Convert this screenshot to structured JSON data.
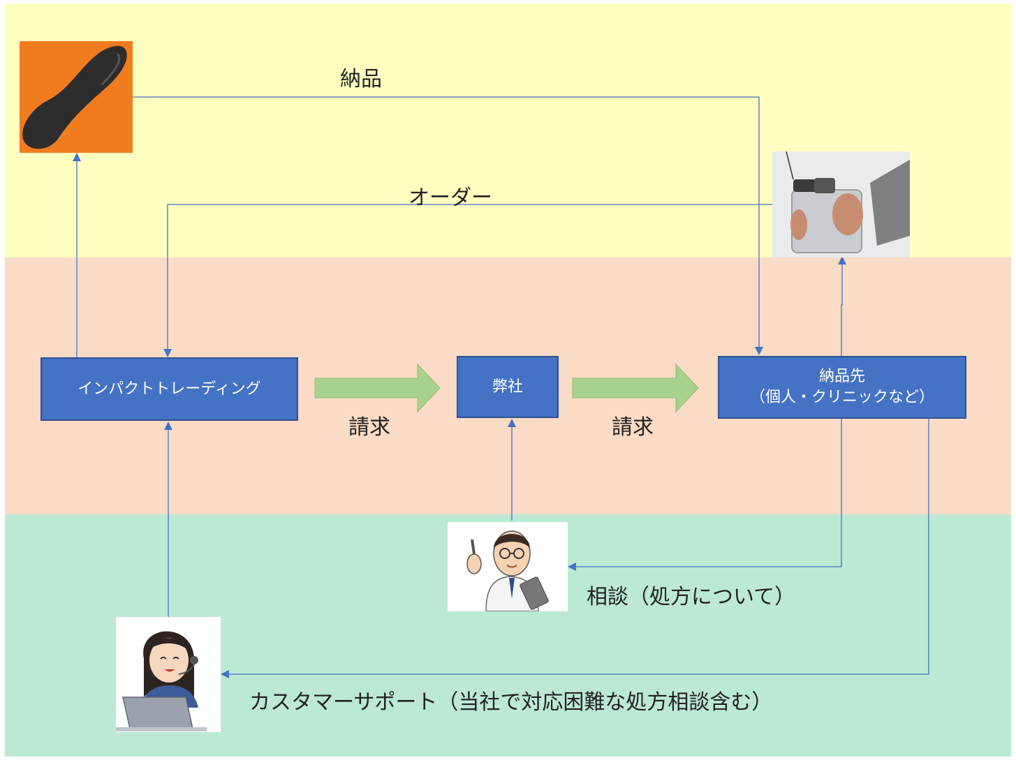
{
  "bands": {
    "top_color": "#ffffc0",
    "middle_color": "#f9dbc6",
    "bottom_color": "#bce9d4"
  },
  "colors": {
    "box_fill": "#4472c4",
    "box_border": "#2f528f",
    "connector": "#4472c4",
    "billing_arrow": "#a9d18e"
  },
  "boxes": {
    "impact_trading": "インパクトトレーディング",
    "company": "弊社",
    "destination_line1": "納品先",
    "destination_line2": "（個人・クリニックなど）"
  },
  "labels": {
    "delivery": "納品",
    "order": "オーダー",
    "billing_1": "請求",
    "billing_2": "請求",
    "consultation": "相談（処方について）",
    "customer_support": "カスタマーサポート（当社で対応困難な処方相談含む）"
  },
  "images": {
    "insole": "insole-photo",
    "scanner": "3d-scanner-photo",
    "doctor": "doctor-illustration",
    "operator": "call-center-operator-illustration"
  }
}
